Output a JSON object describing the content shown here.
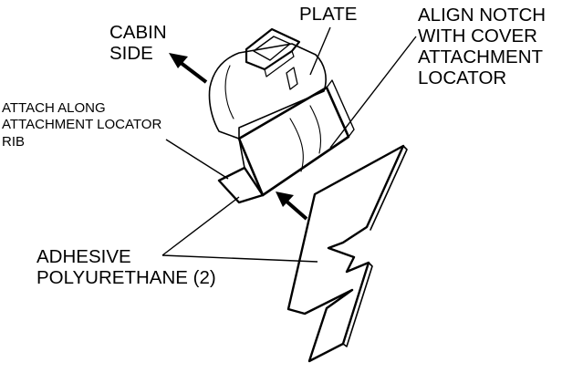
{
  "labels": {
    "plate": "PLATE",
    "cabin_side": [
      "CABIN",
      "SIDE"
    ],
    "align_notch": [
      "ALIGN NOTCH",
      "WITH COVER",
      "ATTACHMENT",
      "LOCATOR"
    ],
    "attach_along": [
      "ATTACH ALONG",
      "ATTACHMENT LOCATOR",
      "RIB"
    ],
    "adhesive": [
      "ADHESIVE",
      "POLYURETHANE (2)"
    ]
  }
}
